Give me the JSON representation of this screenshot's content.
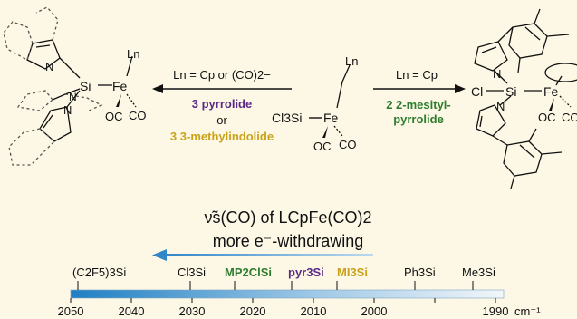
{
  "reagents": {
    "left": {
      "condition_line": "Ln = Cp or (CO)2−",
      "reagent_1": "3 pyrrolide",
      "or": "or",
      "reagent_2": "3 3-methylindolide"
    },
    "right": {
      "condition_line": "Ln = Cp",
      "reagent_1": "2 2-mesityl-",
      "reagent_2": "pyrrolide"
    }
  },
  "molecule_labels": {
    "ln": "Ln",
    "fe": "Fe",
    "si": "Si",
    "cl3si": "Cl3Si",
    "oc": "OC",
    "co": "CO",
    "n": "N",
    "cl": "Cl"
  },
  "scale": {
    "title_line1": "ν̃s(CO) of LCpFe(CO)2",
    "title_line2": "more e⁻-withdrawing",
    "unit": "cm⁻¹",
    "ticks": [
      "2050",
      "2040",
      "2030",
      "2020",
      "2010",
      "2000",
      "1990"
    ],
    "labels": [
      "(C2F5)3Si",
      "Cl3Si",
      "MP2ClSi",
      "pyr3Si",
      "MI3Si",
      "Ph3Si",
      "Me3Si"
    ],
    "colors": {
      "bar_dark": "#1f7fc3",
      "bar_light": "#f2f6f9",
      "arrow": "#3a8fd0",
      "purple": "#5b2a86",
      "gold": "#c9a21a",
      "green": "#2e7d2e"
    }
  }
}
